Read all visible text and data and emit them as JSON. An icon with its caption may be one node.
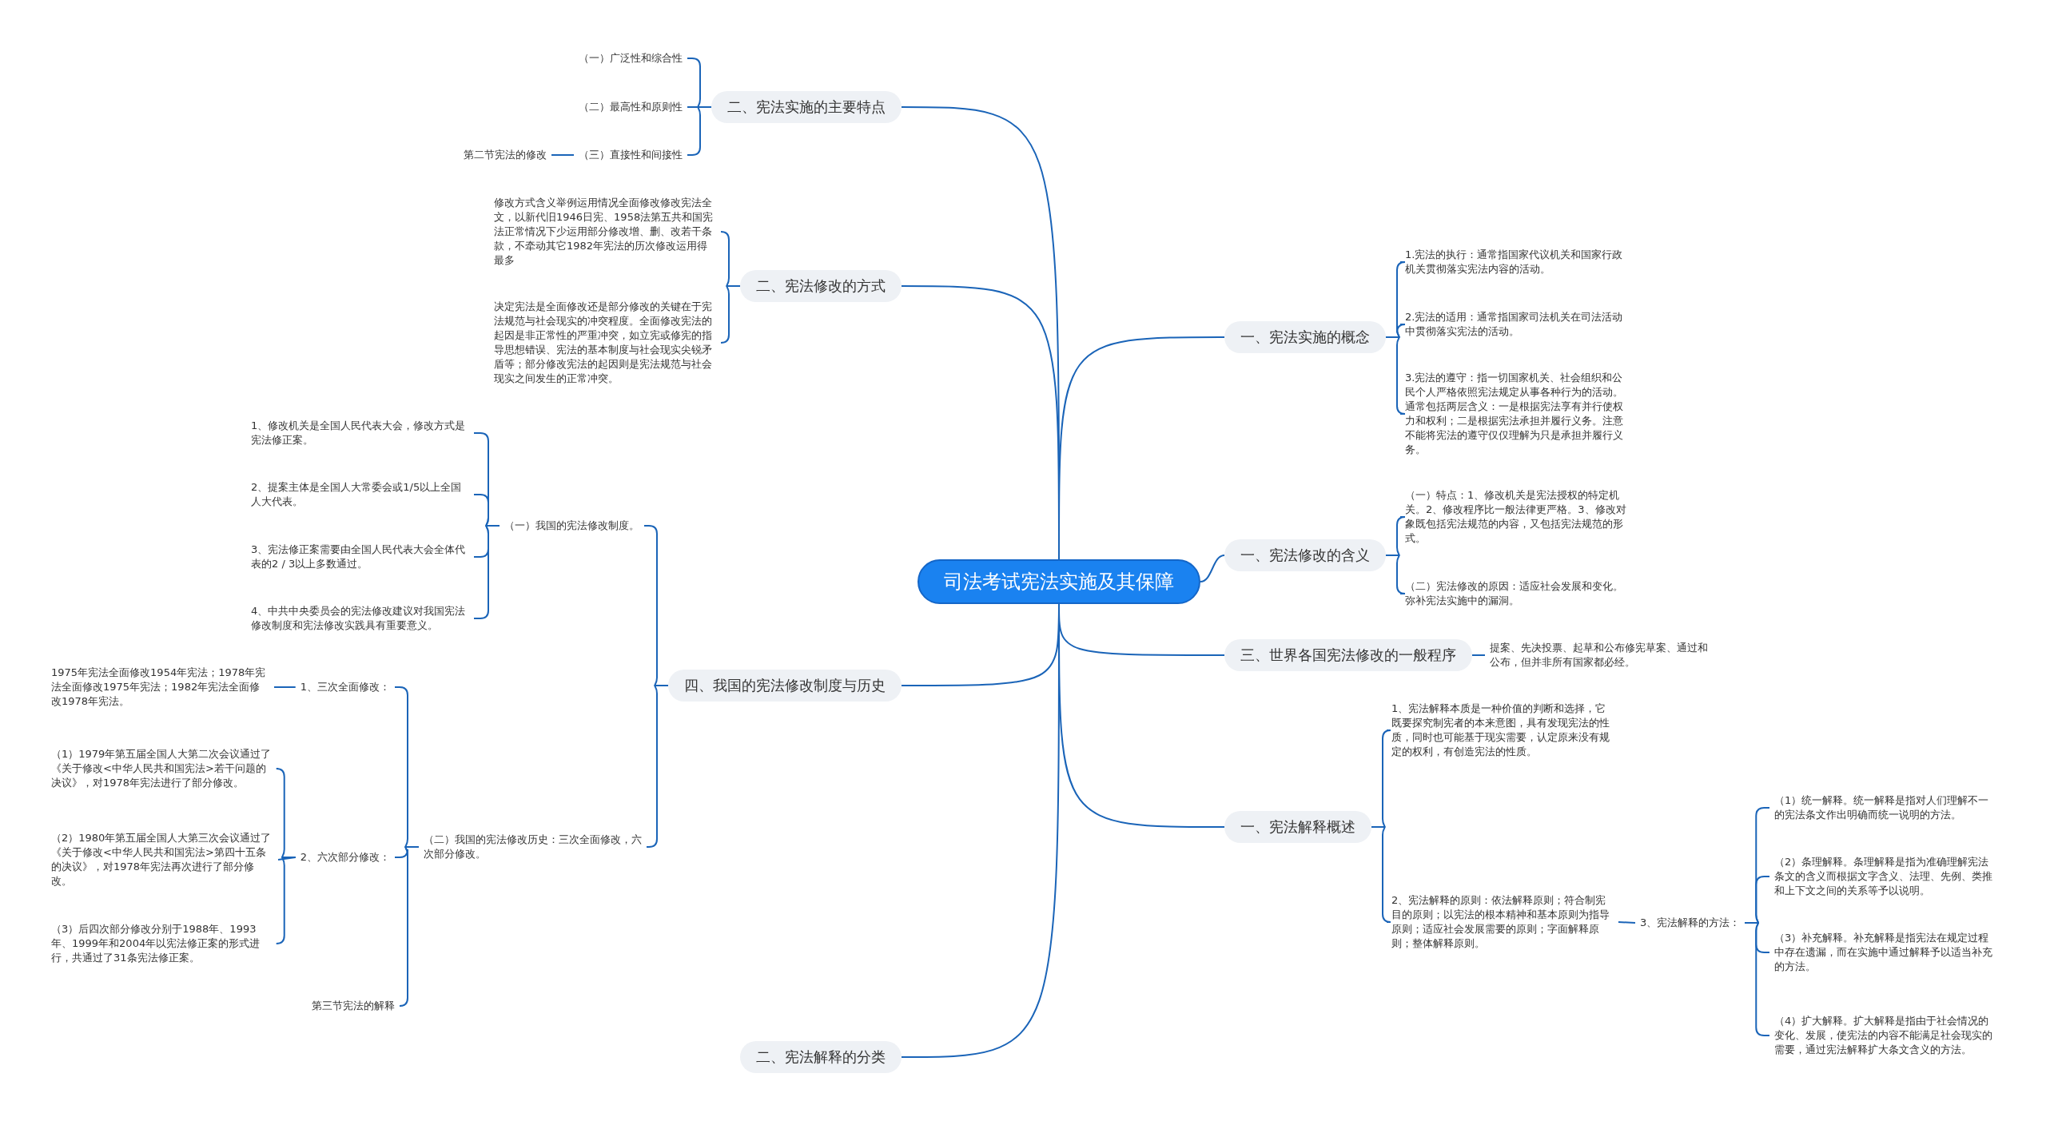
{
  "diagram": {
    "nodes": [
      {
        "text": [
          "司法考试宪法实施及其保障"
        ]
      },
      {
        "text": [
          "二、宪法实施的主要特点"
        ]
      },
      {
        "text": [
          "（一）广泛性和综合性"
        ]
      },
      {
        "text": [
          "（二）最高性和原则性"
        ]
      },
      {
        "text": [
          "（三）直接性和间接性"
        ]
      },
      {
        "text": [
          "第二节宪法的修改"
        ]
      },
      {
        "text": [
          "二、宪法修改的方式"
        ]
      },
      {
        "text": [
          "修改方式含义举例运用情况全面修改修改宪法全文，以新代旧1946日宪、1958法第五共和国宪法正常情况下少运用部分修改增、删、改若干条款，不牵动其它1982年宪法的历次修改运用得最多"
        ]
      },
      {
        "text": [
          "决定宪法是全面修改还是部分修改的关键在于宪法规范与社会现实的冲突程度。全面修改宪法的起因是非正常性的严重冲突，如立宪或修宪的指导思想错误、宪法的基本制度与社会现实尖锐矛盾等；部分修改宪法的起因则是宪法规范与社会现实之间发生的正常冲突。"
        ]
      },
      {
        "text": [
          "四、我国的宪法修改制度与历史"
        ]
      },
      {
        "text": [
          "（一）我国的宪法修改制度。"
        ]
      },
      {
        "text": [
          "1、修改机关是全国人民代表大会，修改方式是宪法修正案。"
        ]
      },
      {
        "text": [
          "2、提案主体是全国人大常委会或1/5以上全国人大代表。"
        ]
      },
      {
        "text": [
          "3、宪法修正案需要由全国人民代表大会全体代表的2 / 3以上多数通过。"
        ]
      },
      {
        "text": [
          "4、中共中央委员会的宪法修改建议对我国宪法修改制度和宪法修改实践具有重要意义。"
        ]
      },
      {
        "text": [
          "（二）我国的宪法修改历史：三次全面修改，六次部分修改。"
        ]
      },
      {
        "text": [
          "1、三次全面修改："
        ]
      },
      {
        "text": [
          "1975年宪法全面修改1954年宪法；1978年宪法全面修改1975年宪法；1982年宪法全面修改1978年宪法。"
        ]
      },
      {
        "text": [
          "2、六次部分修改："
        ]
      },
      {
        "text": [
          "（1）1979年第五届全国人大第二次会议通过了《关于修改<中华人民共和国宪法>若干问题的决议》，对1978年宪法进行了部分修改。"
        ]
      },
      {
        "text": [
          "（2）1980年第五届全国人大第三次会议通过了《关于修改<中华人民共和国宪法>第四十五条的决议》，对1978年宪法再次进行了部分修改。"
        ]
      },
      {
        "text": [
          "（3）后四次部分修改分别于1988年、1993年、1999年和2004年以宪法修正案的形式进行，共通过了31条宪法修正案。"
        ]
      },
      {
        "text": [
          "第三节宪法的解释"
        ]
      },
      {
        "text": [
          "二、宪法解释的分类"
        ]
      },
      {
        "text": [
          "一、宪法实施的概念"
        ]
      },
      {
        "text": [
          "1.宪法的执行：通常指国家代议机关和国家行政机关贯彻落实宪法内容的活动。"
        ]
      },
      {
        "text": [
          "2.宪法的适用：通常指国家司法机关在司法活动中贯彻落实宪法的活动。"
        ]
      },
      {
        "text": [
          "3.宪法的遵守：指一切国家机关、社会组织和公民个人严格依照宪法规定从事各种行为的活动。通常包括两层含义：一是根据宪法享有并行使权力和权利；二是根据宪法承担并履行义务。注意不能将宪法的遵守仅仅理解为只是承担并履行义务。"
        ]
      },
      {
        "text": [
          "一、宪法修改的含义"
        ]
      },
      {
        "text": [
          "（一）特点：1、修改机关是宪法授权的特定机关。2、修改程序比一般法律更严格。3、修改对象既包括宪法规范的内容，又包括宪法规范的形式。"
        ]
      },
      {
        "text": [
          "（二）宪法修改的原因：适应社会发展和变化。弥补宪法实施中的漏洞。"
        ]
      },
      {
        "text": [
          "三、世界各国宪法修改的一般程序"
        ]
      },
      {
        "text": [
          "提案、先决投票、起草和公布修宪草案、通过和公布，但并非所有国家都必经。"
        ]
      },
      {
        "text": [
          "一、宪法解释概述"
        ]
      },
      {
        "text": [
          "1、宪法解释本质是一种价值的判断和选择，它既要探究制宪者的本来意图，具有发现宪法的性质，同时也可能基于现实需要，认定原来没有规定的权利，有创造宪法的性质。"
        ]
      },
      {
        "text": [
          "2、宪法解释的原则：依法解释原则；符合制宪目的原则；以宪法的根本精神和基本原则为指导原则；适应社会发展需要的原则；字面解释原则；整体解释原则。"
        ]
      },
      {
        "text": [
          "3、宪法解释的方法："
        ]
      },
      {
        "text": [
          "（1）统一解释。统一解释是指对人们理解不一的宪法条文作出明确而统一说明的方法。"
        ]
      },
      {
        "text": [
          "（2）条理解释。条理解释是指为准确理解宪法条文的含义而根据文字含义、法理、先例、类推和上下文之间的关系等予以说明。"
        ]
      },
      {
        "text": [
          "（3）补充解释。补充解释是指宪法在规定过程中存在遗漏，而在实施中通过解释予以适当补充的方法。"
        ]
      },
      {
        "text": [
          "（4）扩大解释。扩大解释是指由于社会情况的变化、发展，使宪法的内容不能满足社会现实的需要，通过宪法解释扩大条文含义的方法。"
        ]
      }
    ],
    "edges": [
      {
        "from": 0,
        "to": 1,
        "arrow": "none"
      },
      {
        "from": 0,
        "to": 6,
        "arrow": "none"
      },
      {
        "from": 0,
        "to": 9,
        "arrow": "none"
      },
      {
        "from": 0,
        "to": 23,
        "arrow": "none"
      },
      {
        "from": 0,
        "to": 24,
        "arrow": "none"
      },
      {
        "from": 0,
        "to": 28,
        "arrow": "none"
      },
      {
        "from": 0,
        "to": 31,
        "arrow": "none"
      },
      {
        "from": 0,
        "to": 33,
        "arrow": "none"
      },
      {
        "from": 1,
        "to": 2,
        "arrow": "none"
      },
      {
        "from": 1,
        "to": 3,
        "arrow": "none"
      },
      {
        "from": 1,
        "to": 4,
        "arrow": "none"
      },
      {
        "from": 4,
        "to": 5,
        "arrow": "none"
      },
      {
        "from": 6,
        "to": 7,
        "arrow": "none"
      },
      {
        "from": 6,
        "to": 8,
        "arrow": "none"
      },
      {
        "from": 9,
        "to": 10,
        "arrow": "none"
      },
      {
        "from": 9,
        "to": 15,
        "arrow": "none"
      },
      {
        "from": 10,
        "to": 11,
        "arrow": "none"
      },
      {
        "from": 10,
        "to": 12,
        "arrow": "none"
      },
      {
        "from": 10,
        "to": 13,
        "arrow": "none"
      },
      {
        "from": 10,
        "to": 14,
        "arrow": "none"
      },
      {
        "from": 15,
        "to": 16,
        "arrow": "none"
      },
      {
        "from": 15,
        "to": 18,
        "arrow": "none"
      },
      {
        "from": 15,
        "to": 22,
        "arrow": "none"
      },
      {
        "from": 16,
        "to": 17,
        "arrow": "none"
      },
      {
        "from": 18,
        "to": 19,
        "arrow": "none"
      },
      {
        "from": 18,
        "to": 20,
        "arrow": "none"
      },
      {
        "from": 18,
        "to": 21,
        "arrow": "none"
      },
      {
        "from": 24,
        "to": 25,
        "arrow": "none"
      },
      {
        "from": 24,
        "to": 26,
        "arrow": "none"
      },
      {
        "from": 24,
        "to": 27,
        "arrow": "none"
      },
      {
        "from": 28,
        "to": 29,
        "arrow": "none"
      },
      {
        "from": 28,
        "to": 30,
        "arrow": "none"
      },
      {
        "from": 31,
        "to": 32,
        "arrow": "none"
      },
      {
        "from": 33,
        "to": 34,
        "arrow": "none"
      },
      {
        "from": 33,
        "to": 35,
        "arrow": "none"
      },
      {
        "from": 35,
        "to": 36,
        "arrow": "none"
      },
      {
        "from": 36,
        "to": 37,
        "arrow": "none"
      },
      {
        "from": 36,
        "to": 38,
        "arrow": "none"
      },
      {
        "from": 36,
        "to": 39,
        "arrow": "none"
      },
      {
        "from": 36,
        "to": 40,
        "arrow": "none"
      }
    ]
  }
}
